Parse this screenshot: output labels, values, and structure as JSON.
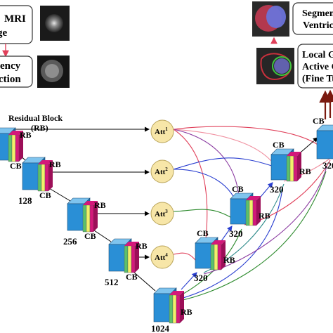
{
  "colors": {
    "cube_front": "#2a8fd6",
    "cube_side": "#1c6aa8",
    "cube_top": "#7fc4ee",
    "rb_magenta": "#d4187a",
    "rb_magenta_dark": "#9c0f58",
    "rb_yellow": "#f2f06a",
    "rb_green": "#5cc06a",
    "att_fill": "#f7e6a8",
    "att_stroke": "#b9a45a",
    "arrow_dark": "#7a1a10",
    "line_blue": "#2a3fd0",
    "line_green": "#2e8b2e",
    "line_red": "#e0405a",
    "line_purple": "#8a3aa0",
    "line_pink": "#f090a0",
    "line_teal": "#2e8b8b"
  },
  "top_panel": {
    "mri_label": "MRI\nge",
    "saliency_label": "ency\nction",
    "segmented_label": "Segmen\nVentric",
    "local_label": "Local G\nActive C\n(Fine Tu"
  },
  "legend": {
    "title": "Residual Block",
    "abbr": "(RB)"
  },
  "encoder": [
    {
      "cb": "CB",
      "rb": "RB",
      "channels": ""
    },
    {
      "cb": "CB",
      "rb": "RB",
      "channels": "128"
    },
    {
      "cb": "CB",
      "rb": "RB",
      "channels": "256"
    },
    {
      "cb": "CB",
      "rb": "RB",
      "channels": "512"
    }
  ],
  "bottleneck": {
    "rb": "RB",
    "channels": "1024"
  },
  "attention": [
    {
      "label": "Att",
      "sup": "1"
    },
    {
      "label": "Att",
      "sup": "2"
    },
    {
      "label": "Att",
      "sup": "3"
    },
    {
      "label": "Att",
      "sup": "4"
    }
  ],
  "decoder": [
    {
      "cb": "CB",
      "rb": "RB",
      "channels": "320"
    },
    {
      "cb": "CB",
      "rb": "RB",
      "channels": "320"
    },
    {
      "cb": "CB",
      "rb": "RB",
      "channels": "320"
    },
    {
      "cb": "CB",
      "rb": "",
      "channels": "320"
    }
  ]
}
